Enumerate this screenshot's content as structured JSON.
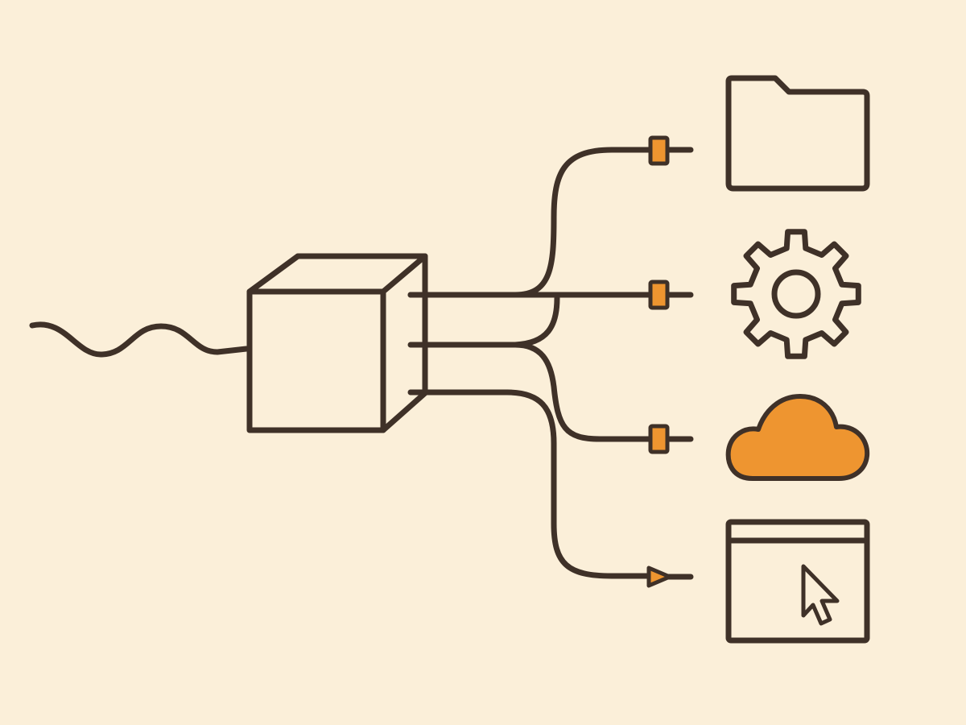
{
  "colors": {
    "background": "#fbefd9",
    "ink": "#3f3128",
    "accent": "#ee9530"
  },
  "diagram": {
    "source": {
      "icon": "wavy-signal-line"
    },
    "hub": {
      "icon": "cube"
    },
    "connections": [
      {
        "connector": "plug",
        "target_icon": "folder-icon"
      },
      {
        "connector": "plug",
        "target_icon": "gear-icon"
      },
      {
        "connector": "plug",
        "target_icon": "cloud-icon"
      },
      {
        "connector": "arrow",
        "target_icon": "browser-window-cursor-icon"
      }
    ]
  }
}
